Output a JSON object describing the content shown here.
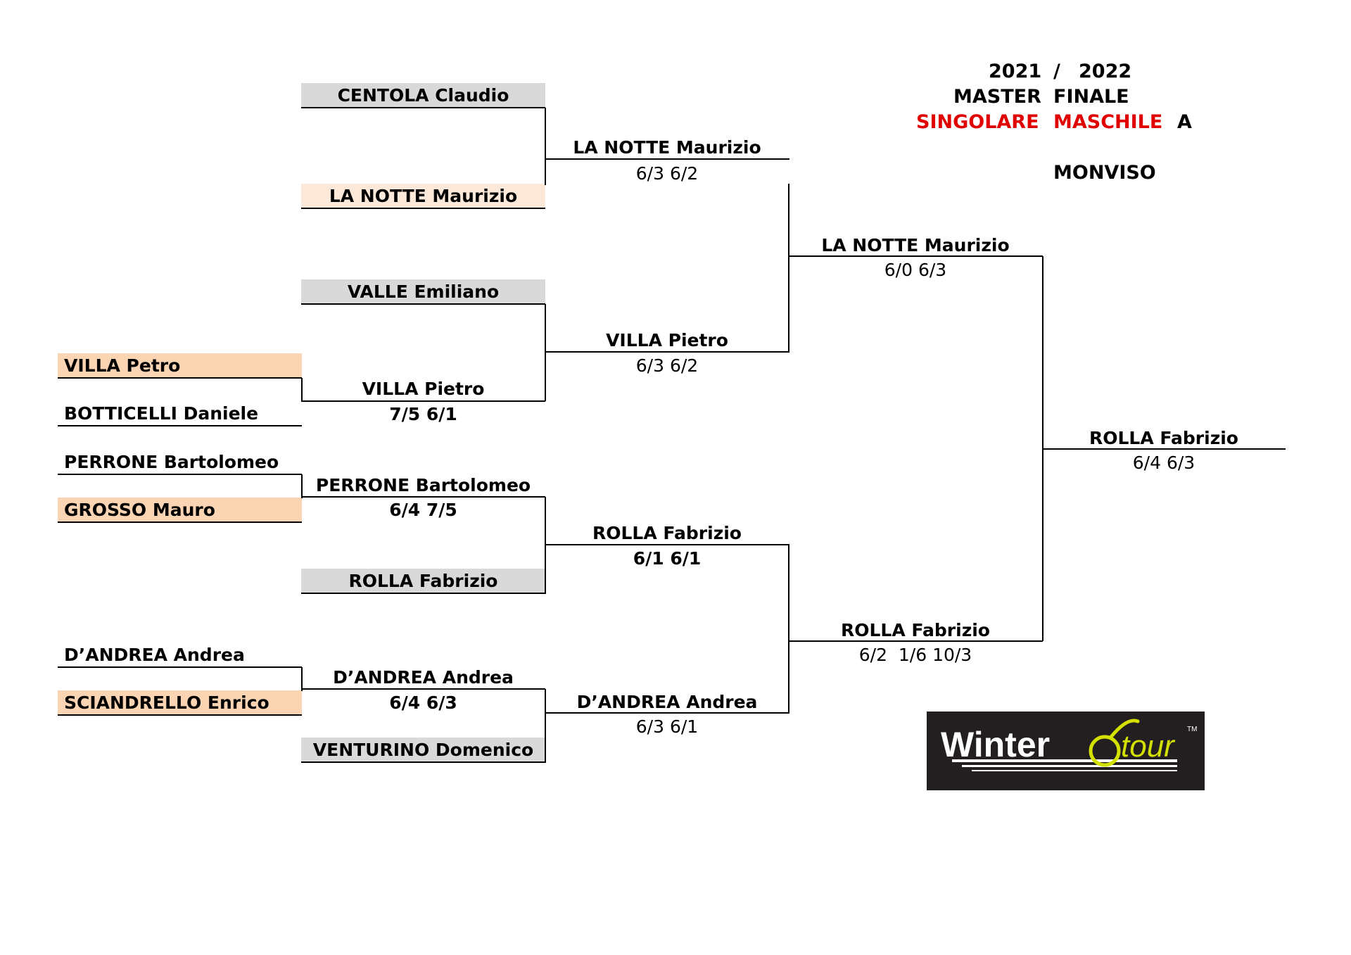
{
  "header": {
    "season_left": "2021",
    "slash": "/",
    "season_right": "2022",
    "event_left": "MASTER",
    "event_right": "FINALE",
    "category_left": "SINGOLARE",
    "category_right": "MASCHILE",
    "group": "A",
    "venue": "MONVISO"
  },
  "round1": {
    "r1_villa_petro": "VILLA Petro",
    "r1_botticelli": "BOTTICELLI Daniele",
    "r1_perrone": "PERRONE Bartolomeo",
    "r1_grosso": "GROSSO Mauro",
    "r1_dandrea": "D’ANDREA Andrea",
    "r1_sciandrello": "SCIANDRELLO Enrico"
  },
  "round2": {
    "centola": "CENTOLA Claudio",
    "lanotte": "LA NOTTE Maurizio",
    "valle": "VALLE Emiliano",
    "winner_villa": "VILLA Pietro",
    "winner_villa_score": "7/5 6/1",
    "winner_perrone": "PERRONE Bartolomeo",
    "winner_perrone_score": "6/4 7/5",
    "rolla": "ROLLA Fabrizio",
    "winner_dandrea": "D’ANDREA Andrea",
    "winner_dandrea_score": "6/4 6/3",
    "venturino": "VENTURINO Domenico"
  },
  "quarterfinals": {
    "qf1_name": "LA NOTTE Maurizio",
    "qf1_score": "6/3 6/2",
    "qf2_name": "VILLA Pietro",
    "qf2_score": "6/3 6/2",
    "qf3_name": "ROLLA Fabrizio",
    "qf3_score": "6/1 6/1",
    "qf4_name": "D’ANDREA Andrea",
    "qf4_score": "6/3 6/1"
  },
  "semifinals": {
    "sf1_name": "LA NOTTE Maurizio",
    "sf1_score": "6/0 6/3",
    "sf2_name": "ROLLA Fabrizio",
    "sf2_score": "6/2  1/6 10/3"
  },
  "final": {
    "name": "ROLLA Fabrizio",
    "score": "6/4 6/3"
  },
  "logo": {
    "text_left": "Winter",
    "text_right": "tour",
    "trademark": "TM",
    "colors": {
      "background": "#231f20",
      "text": "#ffffff",
      "accent": "#d4e000"
    }
  },
  "colors": {
    "grey_cell": "#d9d9d9",
    "peach_cell": "#fbd4b4",
    "light_peach_cell": "#fde9d9",
    "title_red": "#e00000"
  }
}
